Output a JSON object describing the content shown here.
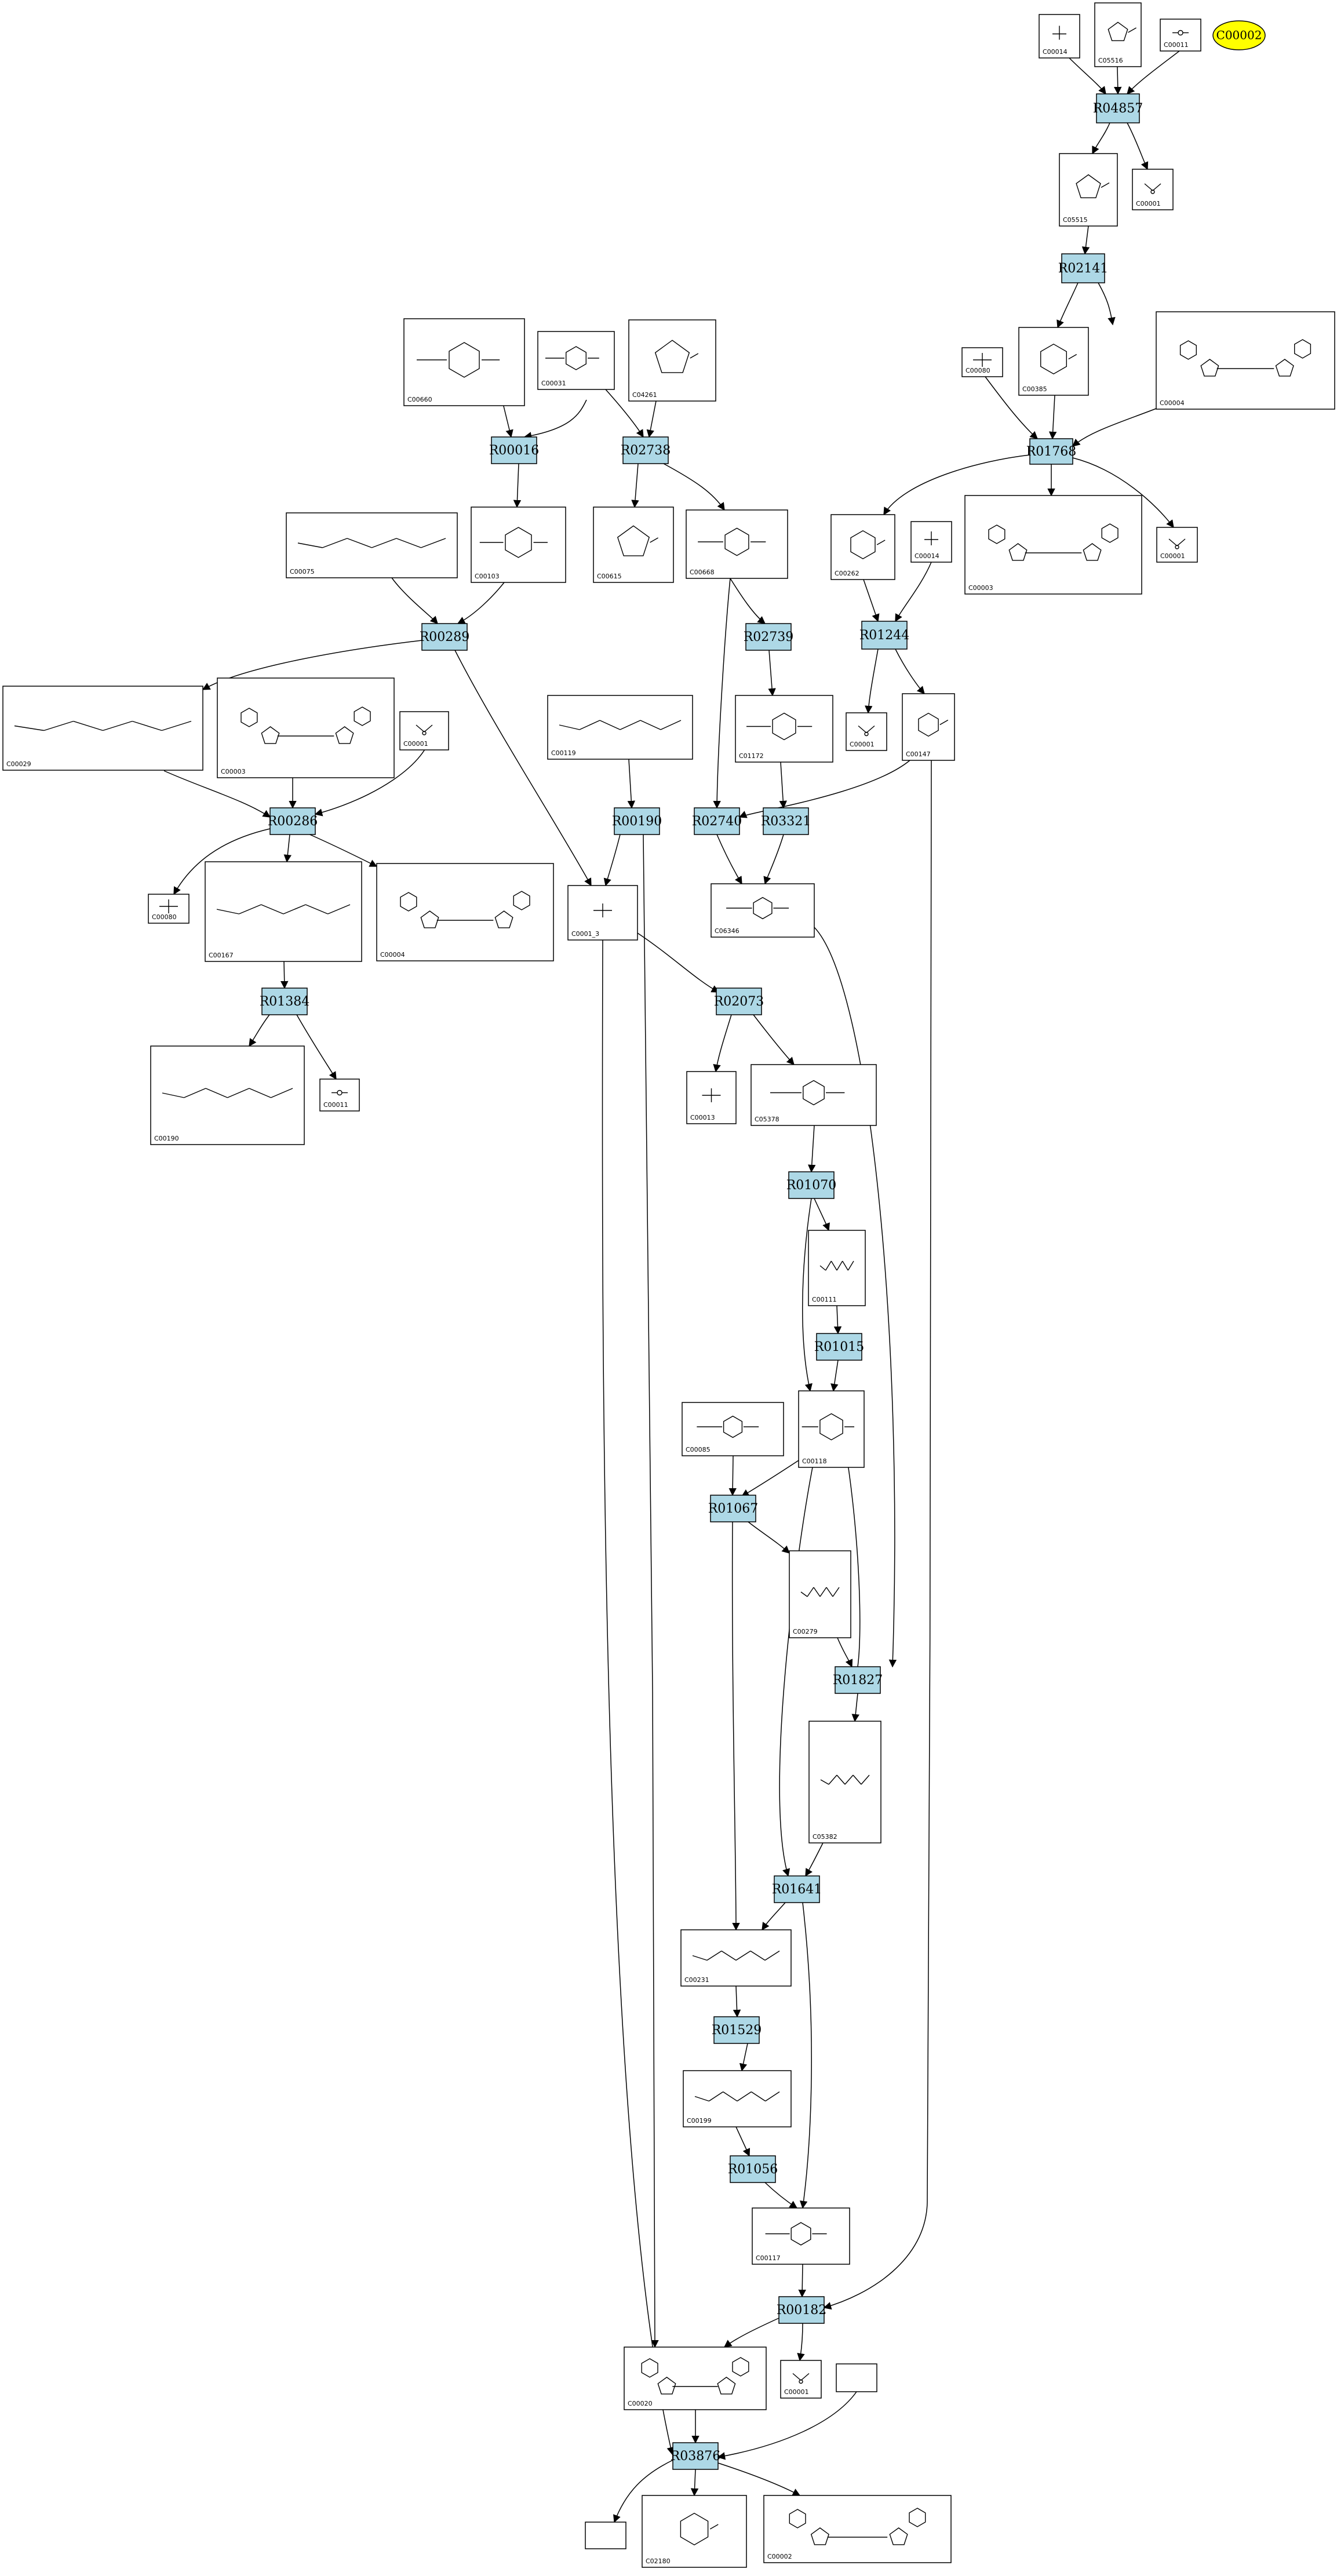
{
  "highlight": {
    "label": "C00002",
    "color": "#ffff00"
  },
  "reaction_color": "#add8e6",
  "reactions": [
    "R04857",
    "R02141",
    "R01768",
    "R00016",
    "R02738",
    "R01244",
    "R00289",
    "R02739",
    "R00286",
    "R00190",
    "R02740",
    "R03321",
    "R01384",
    "R02073",
    "R01070",
    "R01015",
    "R01067",
    "R01827",
    "R01641",
    "R01529",
    "R01056",
    "R00182",
    "R03876"
  ],
  "compounds": [
    "C00014",
    "C05516",
    "C00011",
    "C00001",
    "C05515",
    "C00385",
    "C00080",
    "C00004",
    "C00660",
    "C00031",
    "C04261",
    "C00103",
    "C00615",
    "C00668",
    "C00075",
    "C00262",
    "C00014",
    "C00003",
    "C00001",
    "C00001",
    "C00029",
    "C00003",
    "C00001",
    "C00119",
    "C01172",
    "C00147",
    "C00080",
    "C00167",
    "C00004",
    "C0001_3",
    "C06346",
    "C00190",
    "C00011",
    "C00013",
    "C05378",
    "C00111",
    "C00085",
    "C00118",
    "C00279",
    "C05382",
    "C00231",
    "C00199",
    "C00117",
    "C00020",
    "C00001",
    "C02180",
    "C00002"
  ]
}
